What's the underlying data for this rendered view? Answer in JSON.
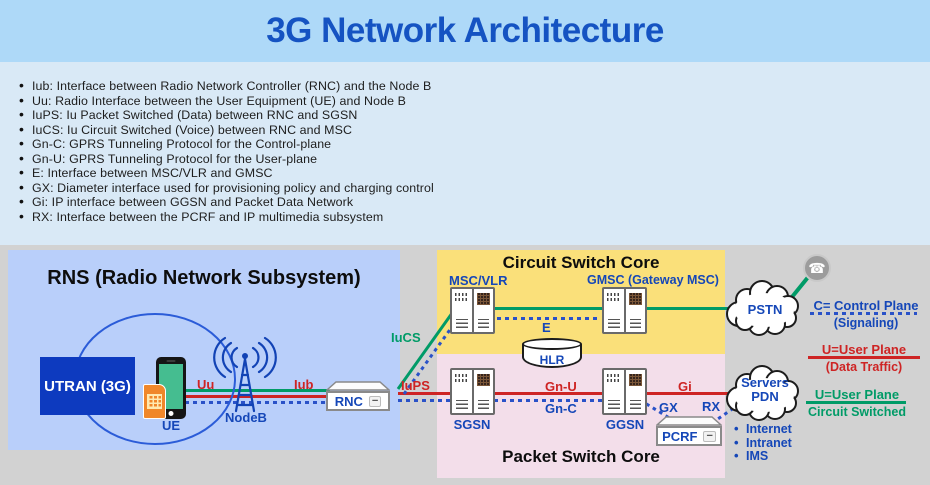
{
  "header": {
    "title": "3G Network Architecture"
  },
  "notes": {
    "items": [
      "Iub: Interface between Radio Network Controller (RNC) and the Node B",
      "Uu: Radio Interface between the User Equipment (UE) and Node B",
      "IuPS: Iu Packet Switched (Data) between RNC and SGSN",
      "IuCS: Iu Circuit Switched (Voice) between RNC and MSC",
      "Gn-C: GPRS Tunneling Protocol for the Control-plane",
      "Gn-U: GPRS Tunneling Protocol for the User-plane",
      "E: Interface between MSC/VLR and GMSC",
      "GX: Diameter interface used for provisioning policy and charging control",
      "Gi: IP interface between GGSN and Packet Data Network",
      "RX: Interface between the PCRF and IP multimedia subsystem"
    ]
  },
  "diagram": {
    "rns_title": "RNS (Radio Network Subsystem)",
    "cs_title": "Circuit Switch Core",
    "ps_title": "Packet Switch Core",
    "nodes": {
      "utran": "UTRAN (3G)",
      "ue": "UE",
      "nodeb": "NodeB",
      "rnc": "RNC",
      "msc": "MSC/VLR",
      "gmsc": "GMSC (Gateway MSC)",
      "hlr": "HLR",
      "sgsn": "SGSN",
      "ggsn": "GGSN",
      "pcrf": "PCRF",
      "pstn": "PSTN",
      "pdn_line1": "Servers",
      "pdn_line2": "PDN",
      "dash": "−"
    },
    "interfaces": {
      "uu": "Uu",
      "iub": "Iub",
      "iucs": "IuCS",
      "iups": "IuPS",
      "e": "E",
      "gn_u": "Gn-U",
      "gn_c": "Gn-C",
      "gi": "Gi",
      "gx": "GX",
      "rx": "RX"
    },
    "pdn_items": [
      "Internet",
      "Intranet",
      "IMS"
    ],
    "legend": {
      "control": "C= Control Plane",
      "control_sub": "(Signaling)",
      "user": "U=User Plane",
      "user_sub": "(Data Traffic)",
      "user_cs": "U=User Plane",
      "user_cs_sub": "Circuit Switched"
    },
    "icons": {
      "telephone": "☎"
    }
  },
  "colors": {
    "header_bg": "#AED9F8",
    "notes_bg": "#D9E9F6",
    "diagram_bg": "#D2D2D2",
    "title_blue": "#1553C2",
    "label_blue": "#1547B8",
    "green": "#009B67",
    "red": "#CE2424",
    "dotted_blue": "#2A52C8",
    "rns_bg": "#B9CFFA",
    "cs_bg": "#FAE07A",
    "ps_bg": "#F3DEEA",
    "utran_bg": "#0D3ABF"
  }
}
